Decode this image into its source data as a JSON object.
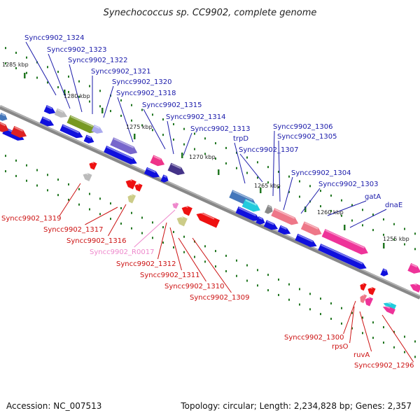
{
  "title": "Synechococcus sp. CC9902, complete genome",
  "footer": {
    "accession": "Accession: NC_007513",
    "summary": "Topology: circular; Length: 2,234,828 bp; Genes: 2,357"
  },
  "colors": {
    "backbone": "#888888",
    "forward_label": "#1a1aaa",
    "reverse_label": "#cc1111",
    "rna_label": "#ee88cc",
    "cds": "#1010dd",
    "tick": "#227722"
  },
  "scale_labels": [
    "1285 kbp",
    "1280 kbp",
    "1275 kbp",
    "1270 kbp",
    "1265 kbp",
    "1260 kbp",
    "1255 kbp"
  ],
  "forward_labels": [
    "Syncc9902_1324",
    "Syncc9902_1323",
    "Syncc9902_1322",
    "Syncc9902_1321",
    "Syncc9902_1320",
    "Syncc9902_1318",
    "Syncc9902_1315",
    "Syncc9902_1314",
    "Syncc9902_1313",
    "trpD",
    "Syncc9902_1307",
    "Syncc9902_1306",
    "Syncc9902_1305",
    "Syncc9902_1304",
    "Syncc9902_1303",
    "gatA",
    "dnaE"
  ],
  "reverse_labels": [
    "Syncc9902_1319",
    "Syncc9902_1317",
    "Syncc9902_1316",
    "Syncc9902_R0017",
    "Syncc9902_1312",
    "Syncc9902_1311",
    "Syncc9902_1310",
    "Syncc9902_1309",
    "Syncc9902_1300",
    "rpsO",
    "ruvA",
    "Syncc9902_1296"
  ]
}
